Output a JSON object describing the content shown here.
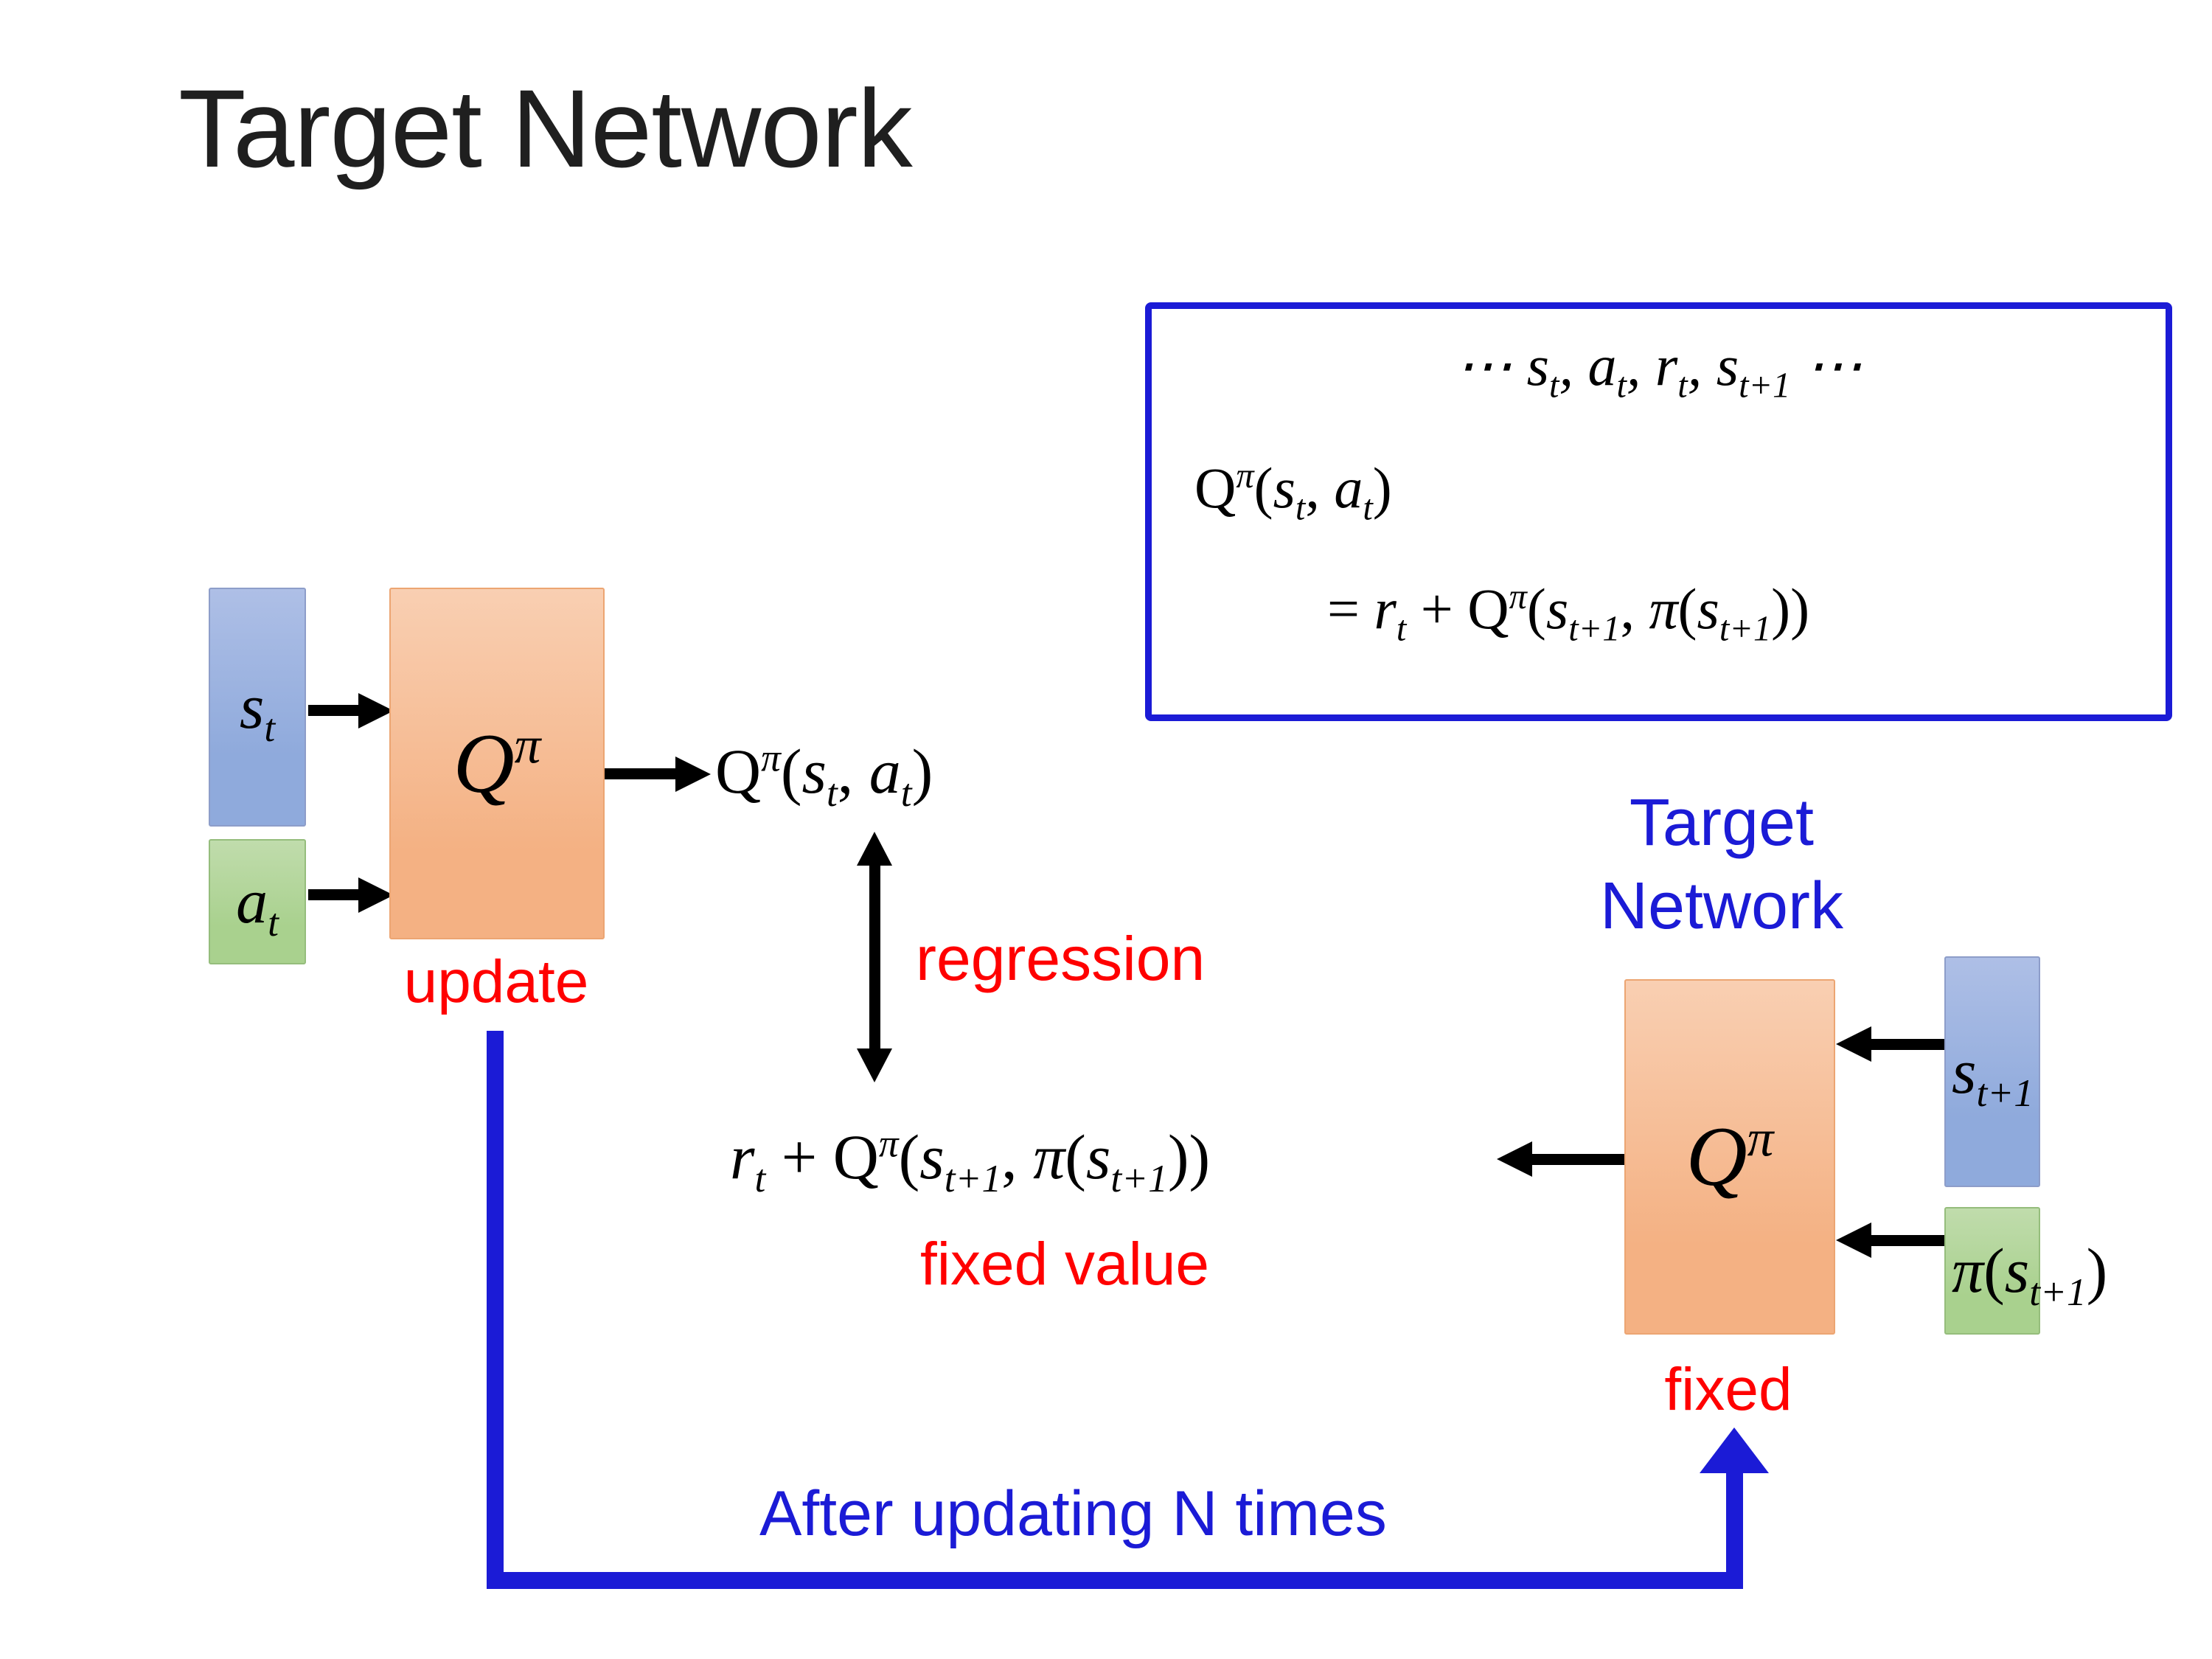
{
  "title": "Target Network",
  "colors": {
    "accent_blue": "#1b1bd6",
    "label_red": "#ff0000",
    "state_blue_fill": "#8faadc",
    "action_green_fill": "#a9d18e",
    "network_orange_fill": "#f4b183"
  },
  "info_box": {
    "trajectory_line": [
      {
        "t": "n",
        "s": "⋯ s"
      },
      {
        "t": "sub",
        "s": "t"
      },
      {
        "t": "n",
        "s": ", a"
      },
      {
        "t": "sub",
        "s": "t"
      },
      {
        "t": "n",
        "s": ", r"
      },
      {
        "t": "sub",
        "s": "t"
      },
      {
        "t": "n",
        "s": ", s"
      },
      {
        "t": "sub",
        "s": "t+1"
      },
      {
        "t": "n",
        "s": " ⋯"
      }
    ],
    "q_line": [
      {
        "t": "r",
        "s": "Q"
      },
      {
        "t": "sup",
        "s": "π"
      },
      {
        "t": "r",
        "s": "("
      },
      {
        "t": "n",
        "s": "s"
      },
      {
        "t": "sub",
        "s": "t"
      },
      {
        "t": "r",
        "s": ", "
      },
      {
        "t": "n",
        "s": "a"
      },
      {
        "t": "sub",
        "s": "t"
      },
      {
        "t": "r",
        "s": ")"
      }
    ],
    "bellman_line": [
      {
        "t": "r",
        "s": "= "
      },
      {
        "t": "n",
        "s": "r"
      },
      {
        "t": "sub",
        "s": "t"
      },
      {
        "t": "r",
        "s": " + Q"
      },
      {
        "t": "sup",
        "s": "π"
      },
      {
        "t": "r",
        "s": "("
      },
      {
        "t": "n",
        "s": "s"
      },
      {
        "t": "sub",
        "s": "t+1"
      },
      {
        "t": "r",
        "s": ", "
      },
      {
        "t": "n",
        "s": "π"
      },
      {
        "t": "r",
        "s": "("
      },
      {
        "t": "n",
        "s": "s"
      },
      {
        "t": "sub",
        "s": "t+1"
      },
      {
        "t": "r",
        "s": "))"
      }
    ]
  },
  "left_network": {
    "state_label": [
      {
        "t": "n",
        "s": "s"
      },
      {
        "t": "sub",
        "s": "t"
      }
    ],
    "action_label": [
      {
        "t": "n",
        "s": "a"
      },
      {
        "t": "sub",
        "s": "t"
      }
    ],
    "q_label": [
      {
        "t": "n",
        "s": "Q"
      },
      {
        "t": "sup",
        "s": "π"
      }
    ],
    "update_label": "update",
    "output_formula": [
      {
        "t": "r",
        "s": "Q"
      },
      {
        "t": "sup",
        "s": "π"
      },
      {
        "t": "r",
        "s": "("
      },
      {
        "t": "n",
        "s": "s"
      },
      {
        "t": "sub",
        "s": "t"
      },
      {
        "t": "r",
        "s": ", "
      },
      {
        "t": "n",
        "s": "a"
      },
      {
        "t": "sub",
        "s": "t"
      },
      {
        "t": "r",
        "s": ")"
      }
    ]
  },
  "regression_label": "regression",
  "target_value": {
    "formula": [
      {
        "t": "n",
        "s": "r"
      },
      {
        "t": "sub",
        "s": "t"
      },
      {
        "t": "r",
        "s": " + Q"
      },
      {
        "t": "sup",
        "s": "π"
      },
      {
        "t": "r",
        "s": "("
      },
      {
        "t": "n",
        "s": "s"
      },
      {
        "t": "sub",
        "s": "t+1"
      },
      {
        "t": "r",
        "s": ", "
      },
      {
        "t": "n",
        "s": "π"
      },
      {
        "t": "r",
        "s": "("
      },
      {
        "t": "n",
        "s": "s"
      },
      {
        "t": "sub",
        "s": "t+1"
      },
      {
        "t": "r",
        "s": "))"
      }
    ],
    "fixed_value_label": "fixed value"
  },
  "target_network": {
    "title": "Target\nNetwork",
    "q_label": [
      {
        "t": "n",
        "s": "Q"
      },
      {
        "t": "sup",
        "s": "π"
      }
    ],
    "next_state_label": [
      {
        "t": "n",
        "s": "s"
      },
      {
        "t": "sub",
        "s": "t+1"
      }
    ],
    "policy_label": [
      {
        "t": "n",
        "s": "π"
      },
      {
        "t": "r",
        "s": "("
      },
      {
        "t": "n",
        "s": "s"
      },
      {
        "t": "sub",
        "s": "t+1"
      },
      {
        "t": "r",
        "s": ")"
      }
    ],
    "fixed_label": "fixed"
  },
  "update_loop_label": "After updating N times"
}
